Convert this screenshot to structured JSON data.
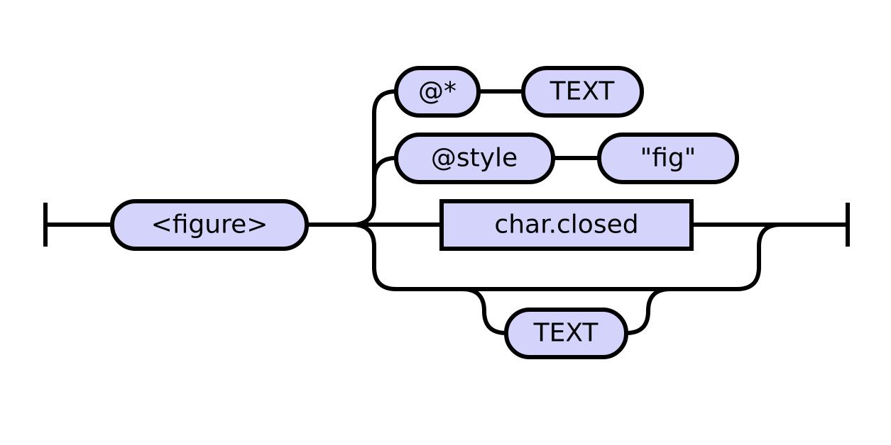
{
  "colors": {
    "node_fill": "#d3d3fc",
    "stroke": "#000000",
    "background": "#ffffff"
  },
  "nodes": {
    "figure_tag": "<figure>",
    "attr_any": "@*",
    "attr_any_value": "TEXT",
    "attr_style": "@style",
    "attr_style_value": "\"fig\"",
    "char_closed": "char.closed",
    "loop_text": "TEXT"
  }
}
